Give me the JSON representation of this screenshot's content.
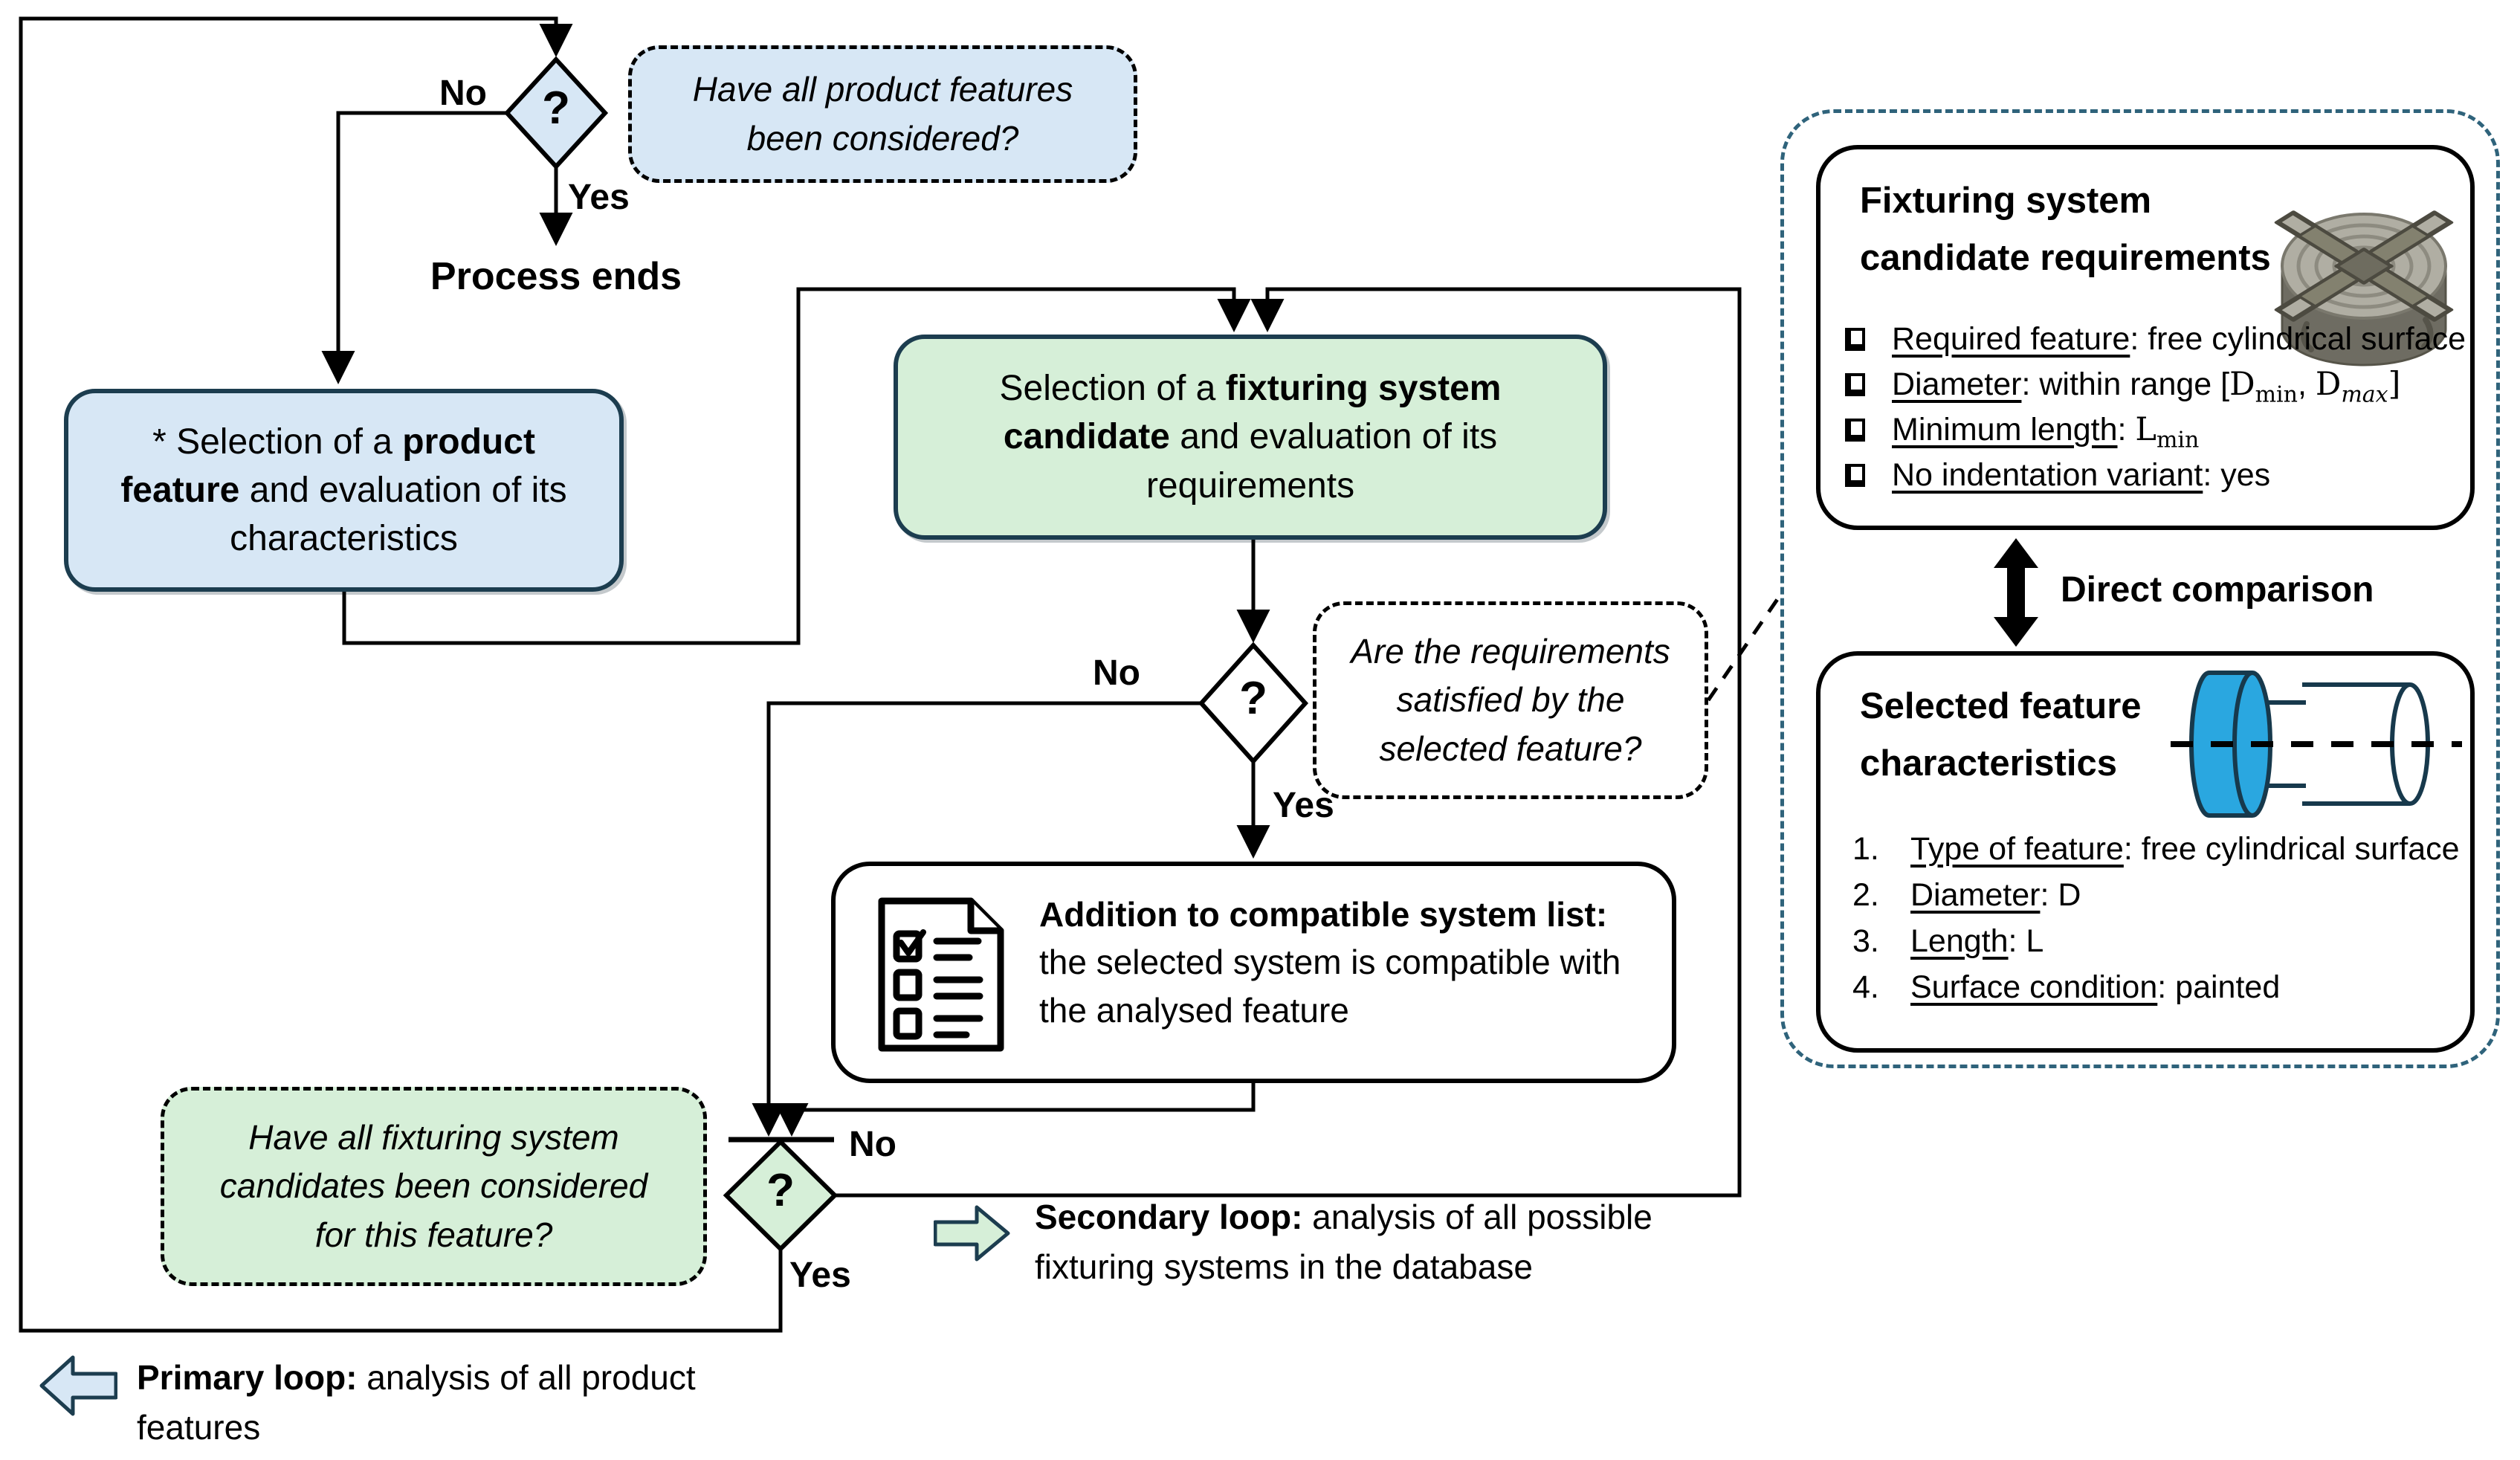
{
  "colors": {
    "light_blue": "#d7e7f5",
    "light_green": "#d6efd8",
    "box_border_teal": "#1c3d4f",
    "panel_dash_teal": "#2f637b",
    "cylinder_blue": "#2aa7e0",
    "line_black": "#000000"
  },
  "decisions": {
    "product_features": {
      "mark": "?",
      "no": "No",
      "yes": "Yes"
    },
    "requirements": {
      "mark": "?",
      "no": "No",
      "yes": "Yes"
    },
    "candidates": {
      "mark": "?",
      "no": "No",
      "yes": "Yes"
    }
  },
  "terminal": {
    "process_ends": "Process ends"
  },
  "top_question_box": {
    "line1": "Have all product features",
    "line2": "been considered?"
  },
  "product_feature_box": {
    "pre": "* Selection of a ",
    "bold": "product feature",
    "post": " and evaluation of its characteristics"
  },
  "fixturing_candidate_box": {
    "pre": "Selection of a ",
    "bold": "fixturing system candidate",
    "post": " and evaluation of its requirements"
  },
  "requirements_question_box": {
    "line1": "Are the requirements",
    "line2": "satisfied by the",
    "line3": "selected feature?"
  },
  "addition_box": {
    "bold": "Addition to compatible system list:",
    "rest": "the selected system is compatible with the analysed feature"
  },
  "fixturing_question_box": {
    "line1": "Have all fixturing system",
    "line2": "candidates been considered",
    "line3": "for this feature?"
  },
  "secondary_loop": {
    "bold": "Secondary loop:",
    "rest": " analysis of all possible fixturing systems in the database"
  },
  "primary_loop": {
    "bold": "Primary loop:",
    "rest": " analysis of all product features"
  },
  "direct_comparison_label": "Direct comparison",
  "requirements_panel": {
    "title": "Fixturing system candidate requirements",
    "item1": {
      "label": "Required feature",
      "rest": ": free cylindrical surface"
    },
    "item2": {
      "label": "Diameter",
      "rest": ": within range [",
      "sym1": "D",
      "sub1": "min",
      "sep": ", ",
      "sym2": "D",
      "sub2": "max",
      "close": "]"
    },
    "item3": {
      "label": "Minimum length",
      "rest": ": ",
      "sym1": "L",
      "sub1": "min"
    },
    "item4": {
      "label": "No indentation variant",
      "rest": ": yes"
    }
  },
  "characteristics_panel": {
    "title": "Selected feature characteristics",
    "item1": {
      "num": "1.",
      "label": "Type of feature",
      "rest": ": free cylindrical surface"
    },
    "item2": {
      "num": "2.",
      "label": "Diameter",
      "rest": ": D"
    },
    "item3": {
      "num": "3.",
      "label": "Length",
      "rest": ": L"
    },
    "item4": {
      "num": "4.",
      "label": "Surface condition",
      "rest": ": painted"
    }
  }
}
